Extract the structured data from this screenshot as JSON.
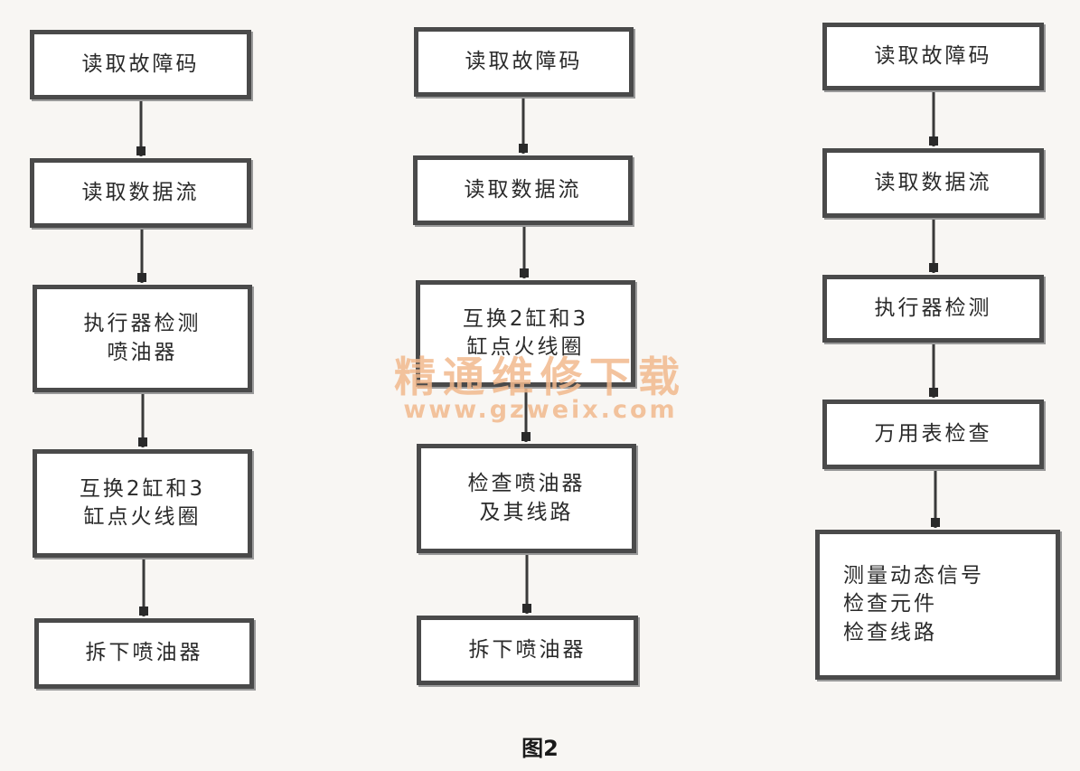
{
  "columns": [
    {
      "steps": [
        {
          "text": "读取故障码"
        },
        {
          "text": "读取数据流"
        },
        {
          "text": "执行器检测\n喷油器"
        },
        {
          "text": "互换2缸和3\n缸点火线圈"
        },
        {
          "text": "拆下喷油器"
        }
      ]
    },
    {
      "steps": [
        {
          "text": "读取故障码"
        },
        {
          "text": "读取数据流"
        },
        {
          "text": "互换2缸和3\n缸点火线圈"
        },
        {
          "text": "检查喷油器\n及其线路"
        },
        {
          "text": "拆下喷油器"
        }
      ]
    },
    {
      "steps": [
        {
          "text": "读取故障码"
        },
        {
          "text": "读取数据流"
        },
        {
          "text": "执行器检测"
        },
        {
          "text": "万用表检查"
        },
        {
          "text": "测量动态信号\n检查元件\n检查线路"
        }
      ]
    }
  ],
  "caption": "图2",
  "watermark": {
    "text": "精通维修下载",
    "url": "www.gzweix.com"
  }
}
